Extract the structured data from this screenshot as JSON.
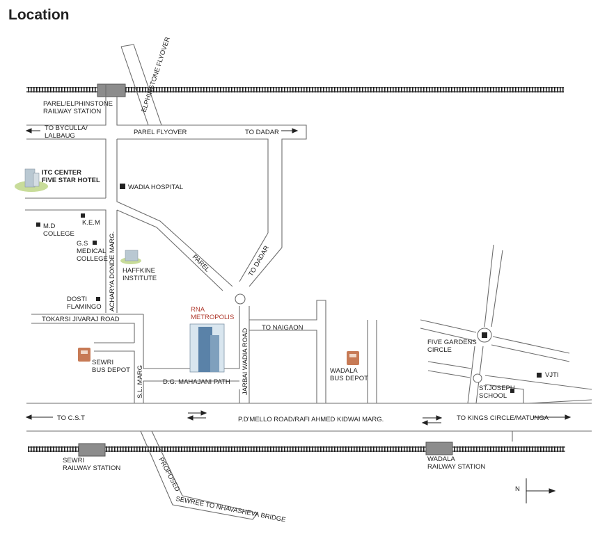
{
  "title": "Location",
  "colors": {
    "road": "#6d6d6d",
    "rail": "#1e1e1e",
    "station": "#8c8c8c",
    "accent_label": "#b03a2e",
    "greenery": "#c8dc9a",
    "building": "#b9c8d2",
    "tower": "#5a82a8",
    "bus": "#c77a55"
  },
  "labels": {
    "parel_station": [
      "PAREL/ELPHINSTONE",
      "RAILWAY STATION"
    ],
    "elphinstone_flyover": "ELPHINSTONE FLYOVER",
    "to_byculla": [
      "TO BYCULLA/",
      "LALBAUG"
    ],
    "parel_flyover": "PAREL FLYOVER",
    "to_dadar_top": "TO DADAR",
    "itc": [
      "ITC CENTER",
      "FIVE STAR HOTEL"
    ],
    "wadia_hospital": "WADIA HOSPITAL",
    "kem": "K.E.M",
    "md_college": [
      "M.D",
      "COLLEGE"
    ],
    "gs_medical": [
      "G.S",
      "MEDICAL",
      "COLLEGE"
    ],
    "acharya": "ACHARYA DONDE MARG.",
    "haffkine": [
      "HAFFKINE",
      "INSTITUTE"
    ],
    "parel_road": "PAREL",
    "to_dadar_diag": "TO DADAR",
    "dosti": [
      "DOSTI",
      "FLAMINGO"
    ],
    "tokarsi": "TOKARSI JIVARAJ ROAD",
    "rna": [
      "RNA",
      "METROPOLIS"
    ],
    "to_naigaon": "TO NAIGAON",
    "jarbai": "JARBAI WADIA ROAD",
    "sewri_bus": [
      "SEWRI",
      "BUS DEPOT"
    ],
    "sl_marg": "S.L. MARG",
    "dg_mahajani": "D.G. MAHAJANI PATH",
    "wadala_bus": [
      "WADALA",
      "BUS DEPOT"
    ],
    "five_gardens": [
      "FIVE GARDENS",
      "CIRCLE"
    ],
    "vjti": "VJTI",
    "st_joseph": [
      "ST.JOSEPH",
      "SCHOOL"
    ],
    "to_cst": "TO C.S.T",
    "pd_mello": "P.D'MELLO ROAD/RAFI AHMED KIDWAI MARG.",
    "to_kings": "TO KINGS CIRCLE/MATUNGA",
    "sewri_station": [
      "SEWRI",
      "RAILWAY STATION"
    ],
    "wadala_station": [
      "WADALA",
      "RAILWAY STATION"
    ],
    "bridge": [
      "PROPOSED",
      "SEWREE TO NHAVASHEVA BRIDGE"
    ],
    "compass_n": "N"
  }
}
